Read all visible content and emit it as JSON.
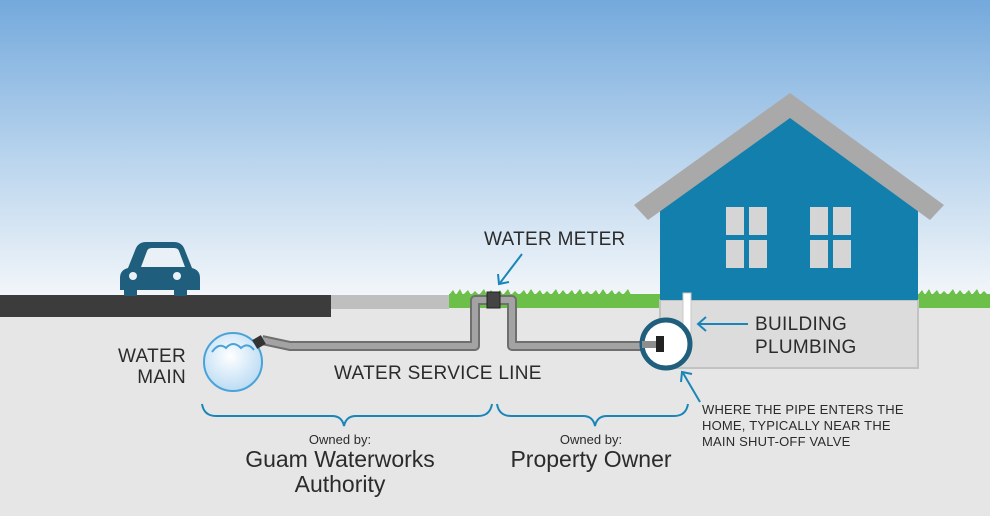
{
  "labels": {
    "water_meter": "WATER METER",
    "water_main_line1": "WATER",
    "water_main_line2": "MAIN",
    "water_service_line": "WATER SERVICE LINE",
    "building_plumbing_line1": "BUILDING",
    "building_plumbing_line2": "PLUMBING",
    "pipe_entry_line1": "WHERE THE PIPE ENTERS THE",
    "pipe_entry_line2": "HOME, TYPICALLY NEAR THE",
    "pipe_entry_line3": "MAIN SHUT-OFF VALVE"
  },
  "ownership": {
    "left": {
      "heading": "Owned by:",
      "name_line1": "Guam Waterworks",
      "name_line2": "Authority"
    },
    "right": {
      "heading": "Owned by:",
      "name_line1": "Property Owner"
    }
  },
  "colors": {
    "sky_top": "#74a9dc",
    "sky_bottom": "#f3f6f9",
    "ground": "#e6e6e6",
    "house_blue": "#137fad",
    "roof_gray": "#a9a9a9",
    "grass": "#6cc04a",
    "road": "#3c3c3c",
    "pipe": "#8e8e8e",
    "car": "#1f5f7d",
    "accent_blue": "#1a86b8",
    "water_main": "#cbe3f6"
  }
}
